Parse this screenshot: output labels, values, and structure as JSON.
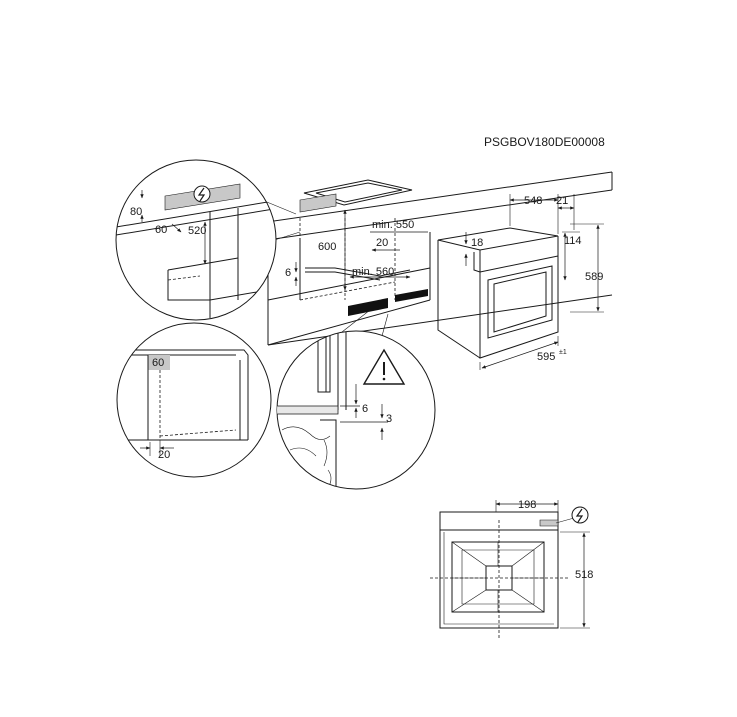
{
  "code": "PSGBOV180DE00008",
  "colors": {
    "line": "#1a1a1a",
    "gray_fill": "#c8c8c8",
    "black_fill": "#111111"
  },
  "icons": [
    "electric-connection-icon",
    "warning-triangle-icon"
  ],
  "dimensions": {
    "d80": "80",
    "d60a": "60",
    "d520": "520",
    "d600": "600",
    "min550": "min. 550",
    "d20a": "20",
    "d6a": "6",
    "min560": "min. 560",
    "d548": "548",
    "d21": "21",
    "d18": "18",
    "d114": "114",
    "d589": "589",
    "d595": "595",
    "d595sup": "±1",
    "d60b": "60",
    "d20b": "20",
    "d6b": "6",
    "d3": "3",
    "d198": "198",
    "d518": "518"
  }
}
